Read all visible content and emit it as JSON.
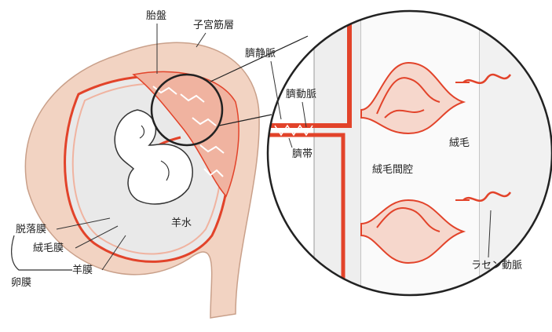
{
  "labels": {
    "placenta": "胎盤",
    "uterine_wall": "子宮筋層",
    "umbilical_vein": "臍静脈",
    "umbilical_artery": "臍動脈",
    "umbilical_cord": "臍帯",
    "villus": "絨毛",
    "intervillous_space": "絨毛間腔",
    "spiral_artery": "ラセン動脈",
    "decidua": "脱落膜",
    "chorion": "絨毛膜",
    "amnion": "羊膜",
    "egg_membranes": "卵膜",
    "amniotic_fluid": "羊水"
  },
  "colors": {
    "uterus": "#f2d3c2",
    "uterus_edge": "#c9a08a",
    "vessel_red": "#e2432a",
    "vessel_pink": "#f0b3a0",
    "tissue_gray": "#dcdcdc",
    "fetus_fill": "#ffffff",
    "line": "#333333"
  }
}
